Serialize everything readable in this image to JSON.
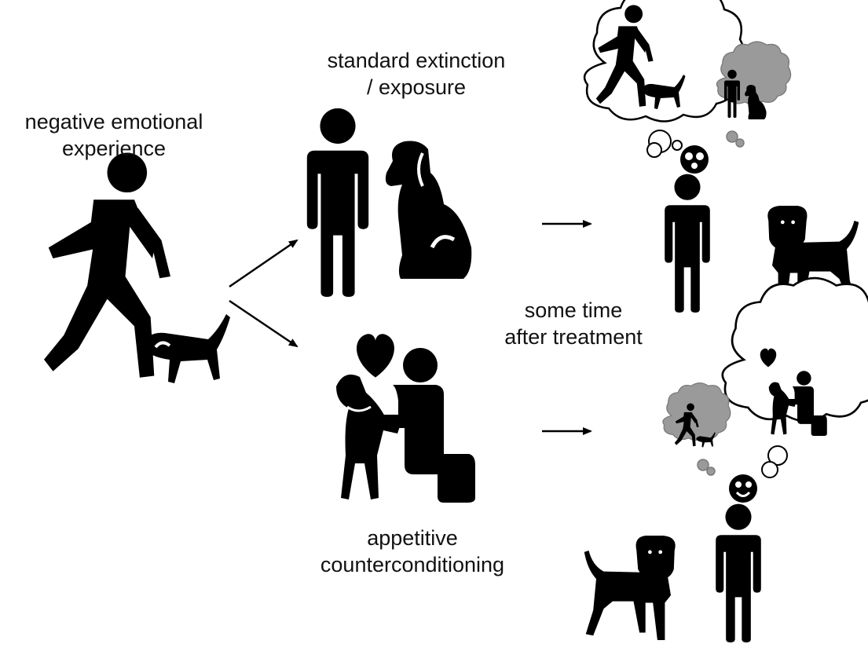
{
  "labels": {
    "negative": [
      "negative emotional",
      "experience"
    ],
    "extinction": [
      "standard extinction",
      "/ exposure"
    ],
    "counter": [
      "appetitive",
      "counterconditioning"
    ],
    "time": [
      "some time",
      "after treatment"
    ]
  },
  "colors": {
    "figure": "#000000",
    "memory_faded": "#9a9a9a",
    "bubble_outline": "#000000",
    "background": "#ffffff"
  },
  "icons": [
    "person-icon",
    "dog-icon",
    "heart-icon",
    "thought-bubble-icon",
    "arrow-icon",
    "worried-face-icon",
    "happy-face-icon"
  ]
}
